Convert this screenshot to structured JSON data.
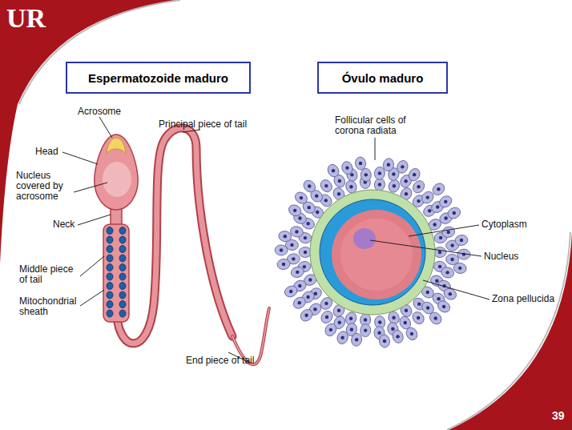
{
  "diagram": {
    "nodes": [
      {
        "text": [
          "Espermatozoide maduro"
        ]
      },
      {
        "text": [
          "Óvulo maduro"
        ]
      }
    ],
    "edges": [],
    "labels": [
      "Acrosome",
      "Head",
      "Nucleus covered by acrosome",
      "Neck",
      "Middle piece of tail",
      "Mitochondrial sheath",
      "Principal piece of tail",
      "End piece of tail",
      "Follicular cells of corona radiata",
      "Cytoplasm",
      "Nucleus",
      "Zona pellucida",
      "39",
      "UR"
    ]
  }
}
